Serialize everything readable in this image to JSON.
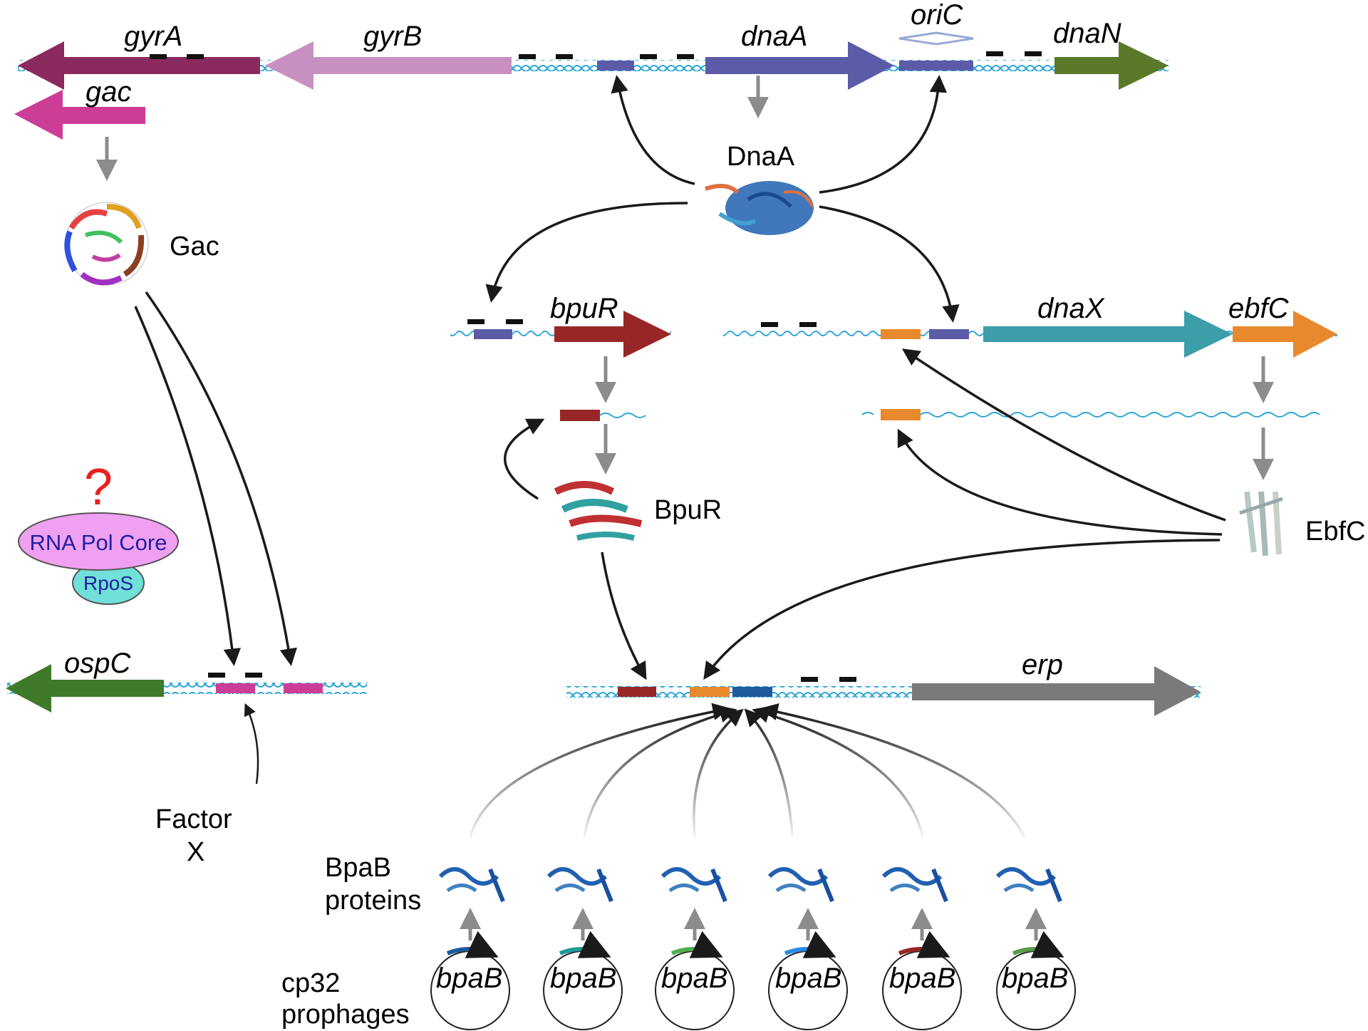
{
  "genes": {
    "gyrA": "gyrA",
    "gyrB": "gyrB",
    "dnaA": "dnaA",
    "oriC": "oriC",
    "dnaN": "dnaN",
    "gac": "gac",
    "bpuR": "bpuR",
    "dnaX": "dnaX",
    "ebfC": "ebfC",
    "ospC": "ospC",
    "erp": "erp",
    "bpaB": "bpaB"
  },
  "proteins": {
    "DnaA": "DnaA",
    "Gac": "Gac",
    "BpuR": "BpuR",
    "EbfC": "EbfC",
    "bpab_line1": "BpaB",
    "bpab_line2": "proteins"
  },
  "labels": {
    "question": "?",
    "rnapol": "RNA Pol Core",
    "rpos": "RpoS",
    "factor_line1": "Factor",
    "factor_line2": "X",
    "cp32_line1": "cp32",
    "cp32_line2": "prophages"
  },
  "colors": {
    "dna_strand": "#2aa5d6",
    "gyrA": "#8b2a5e",
    "gyrB": "#c890c0",
    "dnaA": "#5b5ba8",
    "dnaN": "#5a7a2a",
    "gac": "#cc3d97",
    "bpuR": "#992626",
    "dnaX": "#3b9ea8",
    "ebfC": "#e8892e",
    "ospC": "#3f7a2a",
    "erp": "#7a7a7a",
    "arrow_gray": "#8c8c8c",
    "rnapol": "#f0a0f0",
    "rpos": "#70e0d8",
    "question": "#e82020",
    "bpab_plasmids": [
      "#1f5a9a",
      "#1f9a9a",
      "#4fb04f",
      "#2a8ae8",
      "#992626",
      "#5a9a4a"
    ]
  }
}
